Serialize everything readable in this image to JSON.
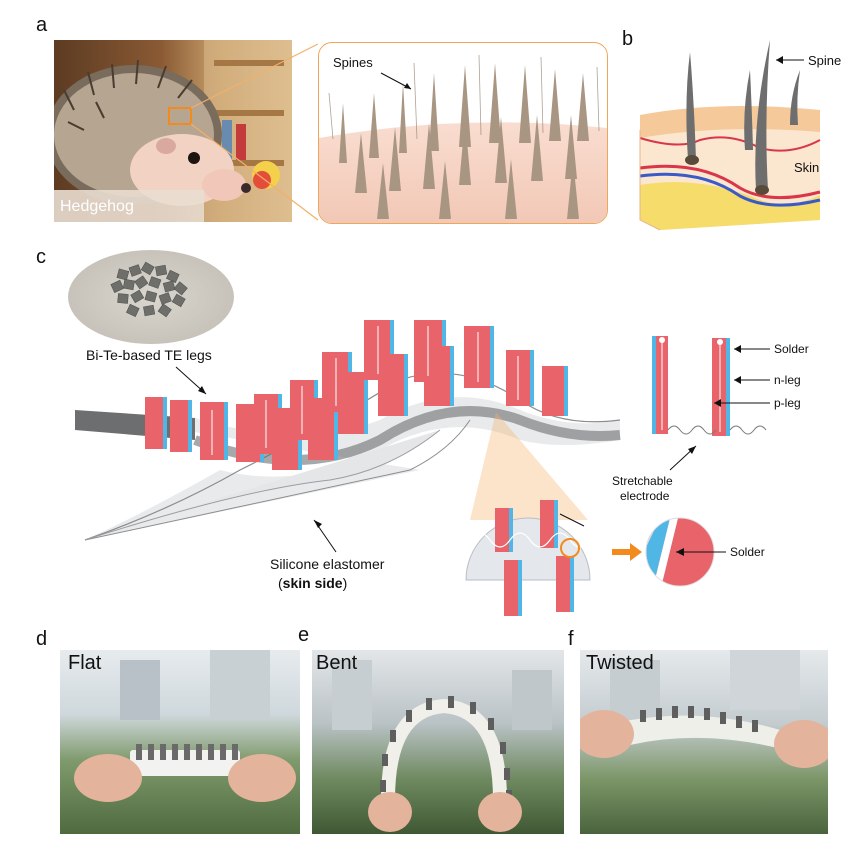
{
  "panels": {
    "a": "a",
    "b": "b",
    "c": "c",
    "d": "d",
    "e": "e",
    "f": "f"
  },
  "labels": {
    "hedgehog": "Hedgehog",
    "spines": "Spines",
    "spine": "Spine",
    "skin": "Skin",
    "te_legs": "Bi-Te-based TE legs",
    "solder_top": "Solder",
    "n_leg": "n-leg",
    "p_leg": "p-leg",
    "stretchable_electrode_1": "Stretchable",
    "stretchable_electrode_2": "electrode",
    "silicone_1": "Silicone elastomer",
    "silicone_2": "skin side",
    "solder_zoom": "Solder",
    "flat": "Flat",
    "bent": "Bent",
    "twisted": "Twisted"
  },
  "colors": {
    "leg_red": "#e8646a",
    "leg_blue": "#4fb6e6",
    "elastomer": "#c9cacc",
    "skin": "#f6c99a",
    "dermis": "#fbe6cf",
    "fat": "#f5dc6b",
    "vessel_red": "#d9364a",
    "vessel_blue": "#3a5bc7",
    "highlight_orange": "#f28a1e"
  }
}
